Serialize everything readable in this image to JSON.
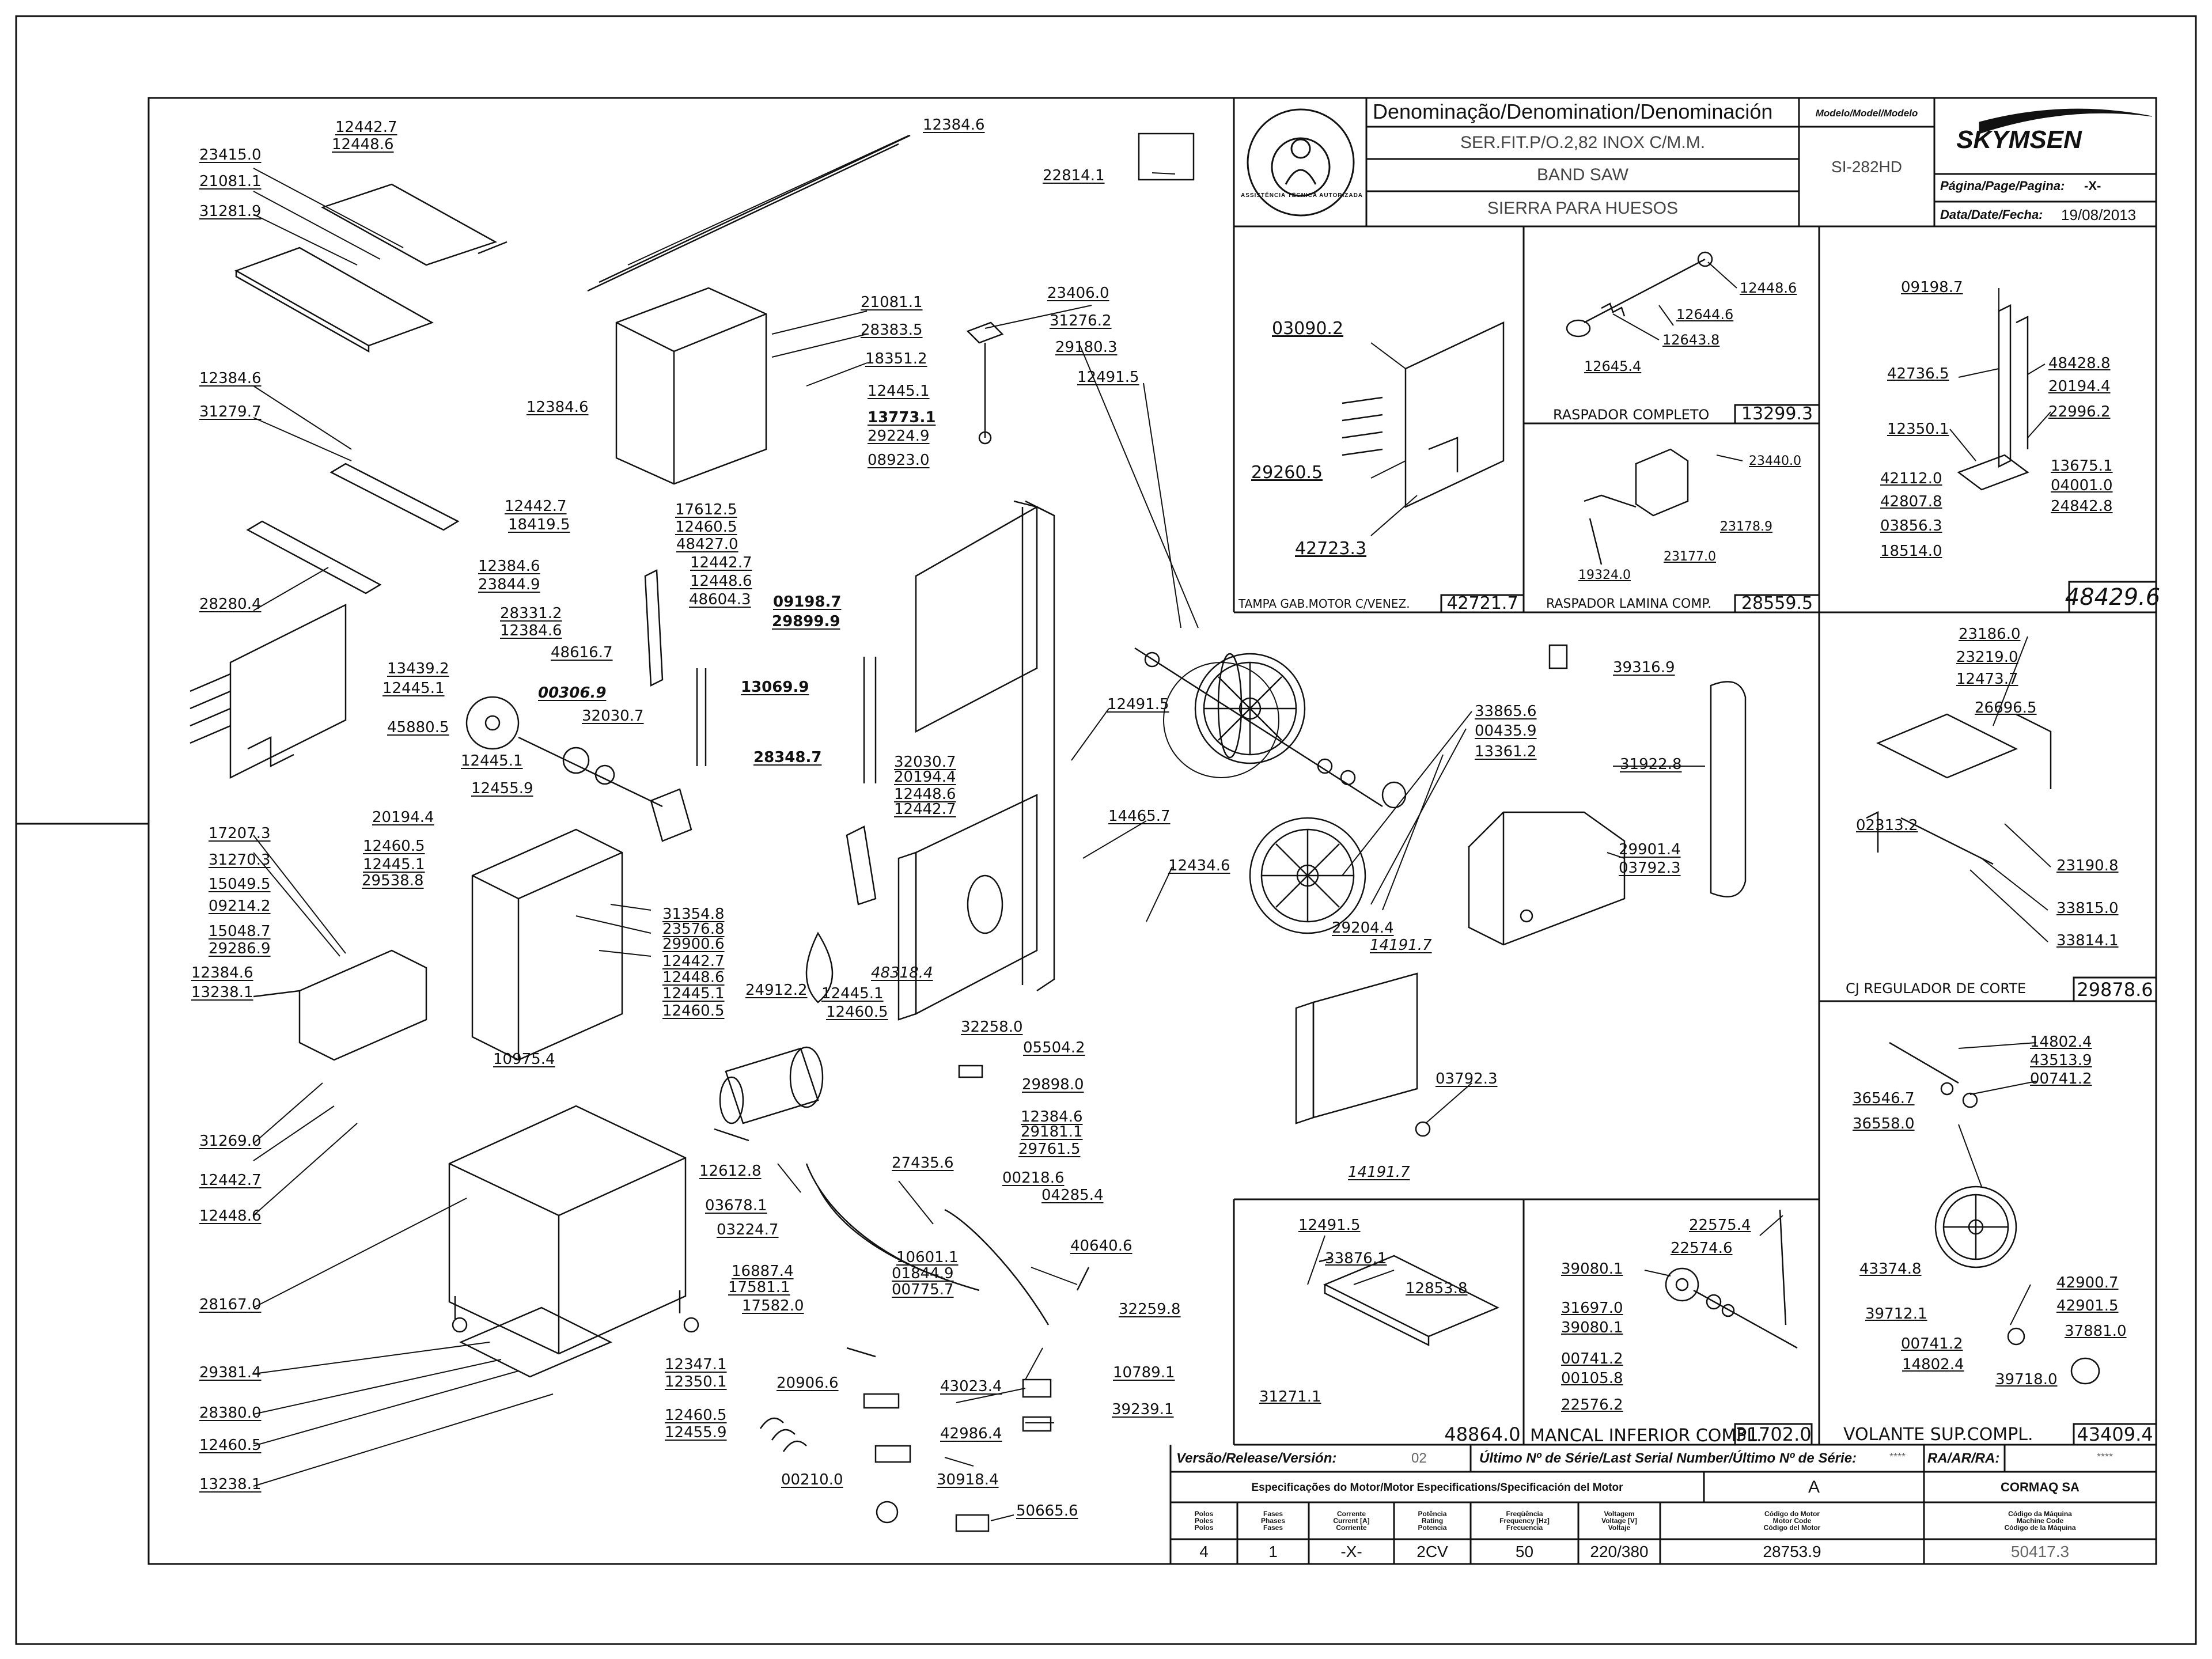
{
  "header": {
    "denomination_label": "Denominação/Denomination/Denominación",
    "description_pt": "SER.FIT.P/O.2,82 INOX C/M.M.",
    "description_en": "BAND SAW",
    "description_es": "SIERRA PARA HUESOS",
    "model_label": "Modelo/Model/Modelo",
    "model_value": "SI-282HD",
    "brand": "SKYMSEN",
    "page_label": "Página/Page/Pagina:",
    "page_value": "-X-",
    "date_label": "Data/Date/Fecha:",
    "date_value": "19/08/2013",
    "seal_text": "ASSISTÊNCIA TÉCNICA AUTORIZADA"
  },
  "main_parts": [
    "23415.0",
    "21081.1",
    "31281.9",
    "12442.7",
    "12448.6",
    "12384.6",
    "12384.6",
    "12384.6",
    "31279.7",
    "28280.4",
    "21081.1",
    "28383.5",
    "18351.2",
    "12445.1",
    "13773.1",
    "29224.9",
    "08923.0",
    "12442.7",
    "18419.5",
    "17612.5",
    "12460.5",
    "48427.0",
    "12442.7",
    "12448.6",
    "12384.6",
    "23844.9",
    "28331.2",
    "12384.6",
    "48604.3",
    "48616.7",
    "13439.2",
    "12445.1",
    "00306.9",
    "45880.5",
    "32030.7",
    "12445.1",
    "12455.9",
    "09198.7",
    "29899.9",
    "13069.9",
    "28348.7",
    "22814.1",
    "23406.0",
    "31276.2",
    "29180.3",
    "12491.5",
    "12491.5",
    "32030.7",
    "20194.4",
    "12448.6",
    "12442.7",
    "14465.7",
    "12434.6",
    "20194.4",
    "17207.3",
    "31270.3",
    "15049.5",
    "09214.2",
    "15048.7",
    "29286.9",
    "12384.6",
    "13238.1",
    "12460.5",
    "12445.1",
    "29538.8",
    "31354.8",
    "23576.8",
    "29900.6",
    "12442.7",
    "12448.6",
    "12445.1",
    "12460.5",
    "10975.4",
    "31269.0",
    "12442.7",
    "12448.6",
    "28167.0",
    "29381.4",
    "28380.0",
    "12460.5",
    "13238.1",
    "12347.1",
    "12350.1",
    "12460.5",
    "12455.9",
    "24912.2",
    "12445.1",
    "12460.5",
    "48318.4",
    "32258.0",
    "05504.2",
    "29898.0",
    "12384.6",
    "29181.1",
    "29761.5",
    "12612.8",
    "03678.1",
    "03224.7",
    "27435.6",
    "00218.6",
    "04285.4",
    "16887.4",
    "17581.1",
    "17582.0",
    "10601.1",
    "01844.9",
    "00775.7",
    "40640.6",
    "32259.8",
    "20906.6",
    "43023.4",
    "10789.1",
    "42986.4",
    "39239.1",
    "00210.0",
    "30918.4",
    "50665.6",
    "33865.6",
    "00435.9",
    "13361.2",
    "29204.4",
    "14191.7",
    "31922.8",
    "29901.4",
    "03792.3",
    "03792.3",
    "14191.7",
    "39316.9"
  ],
  "panels": {
    "motor_cover": {
      "caption": "TAMPA GAB.MOTOR C/VENEZ.",
      "code": "42721.7",
      "parts": [
        "03090.2",
        "29260.5",
        "42723.3"
      ]
    },
    "scraper": {
      "caption": "RASPADOR COMPLETO",
      "code": "13299.3",
      "parts": [
        "12448.6",
        "12644.6",
        "12643.8",
        "12645.4"
      ]
    },
    "blade_scraper": {
      "caption": "RASPADOR LAMINA COMP.",
      "code": "28559.5",
      "parts": [
        "23440.0",
        "23178.9",
        "23177.0",
        "19324.0"
      ]
    },
    "guide": {
      "caption": "",
      "code": "48429.6",
      "parts": [
        "09198.7",
        "42736.5",
        "48428.8",
        "20194.4",
        "22996.2",
        "12350.1",
        "13675.1",
        "42112.0",
        "04001.0",
        "42807.8",
        "24842.8",
        "03856.3",
        "18514.0"
      ]
    },
    "cut_regulator": {
      "caption": "CJ REGULADOR DE CORTE",
      "code": "29878.6",
      "parts": [
        "23186.0",
        "23219.0",
        "12473.7",
        "26696.5",
        "02313.2",
        "23190.8",
        "33815.0",
        "33814.1"
      ]
    },
    "upper_wheel": {
      "caption": "VOLANTE SUP.COMPL.",
      "code": "43409.4",
      "parts": [
        "14802.4",
        "43513.9",
        "00741.2",
        "36546.7",
        "36558.0",
        "43374.8",
        "42900.7",
        "39712.1",
        "42901.5",
        "00741.2",
        "37881.0",
        "14802.4",
        "39718.0"
      ]
    },
    "table": {
      "caption": "",
      "code": "48864.0",
      "parts": [
        "12491.5",
        "33876.1",
        "12853.8",
        "31271.1"
      ]
    },
    "lower_bearing": {
      "caption": "MANCAL INFERIOR COMPL.",
      "code": "31702.0",
      "parts": [
        "22575.4",
        "22574.6",
        "39080.1",
        "31697.0",
        "39080.1",
        "00741.2",
        "00105.8",
        "22576.2"
      ]
    }
  },
  "footer": {
    "version_label": "Versão/Release/Versión:",
    "version_value": "02",
    "serial_label": "Último Nº de Série/Last Serial Number/Último Nº de Série:",
    "serial_value": "****",
    "ra_label": "RA/AR/RA:",
    "ra_value": "****",
    "motor_spec_label": "Especificações do Motor/Motor Especifications/Specificación del Motor",
    "motor_spec_code": "A",
    "manufacturer": "CORMAQ SA",
    "col_headers": [
      "Polos\nPoles\nPolos",
      "Fases\nPhases\nFases",
      "Corrente\nCurrent [A]\nCorriente",
      "Potência\nRating\nPotencia",
      "Freqüência\nFrequency [Hz]\nFrecuencia",
      "Voltagem\nVoltage [V]\nVoltaje",
      "Código do Motor\nMotor Code\nCódigo del Motor",
      "Código da Máquina\nMachine Code\nCódigo de la Máquina"
    ],
    "values": [
      "4",
      "1",
      "-X-",
      "2CV",
      "50",
      "220/380",
      "28753.9",
      "50417.3"
    ]
  }
}
